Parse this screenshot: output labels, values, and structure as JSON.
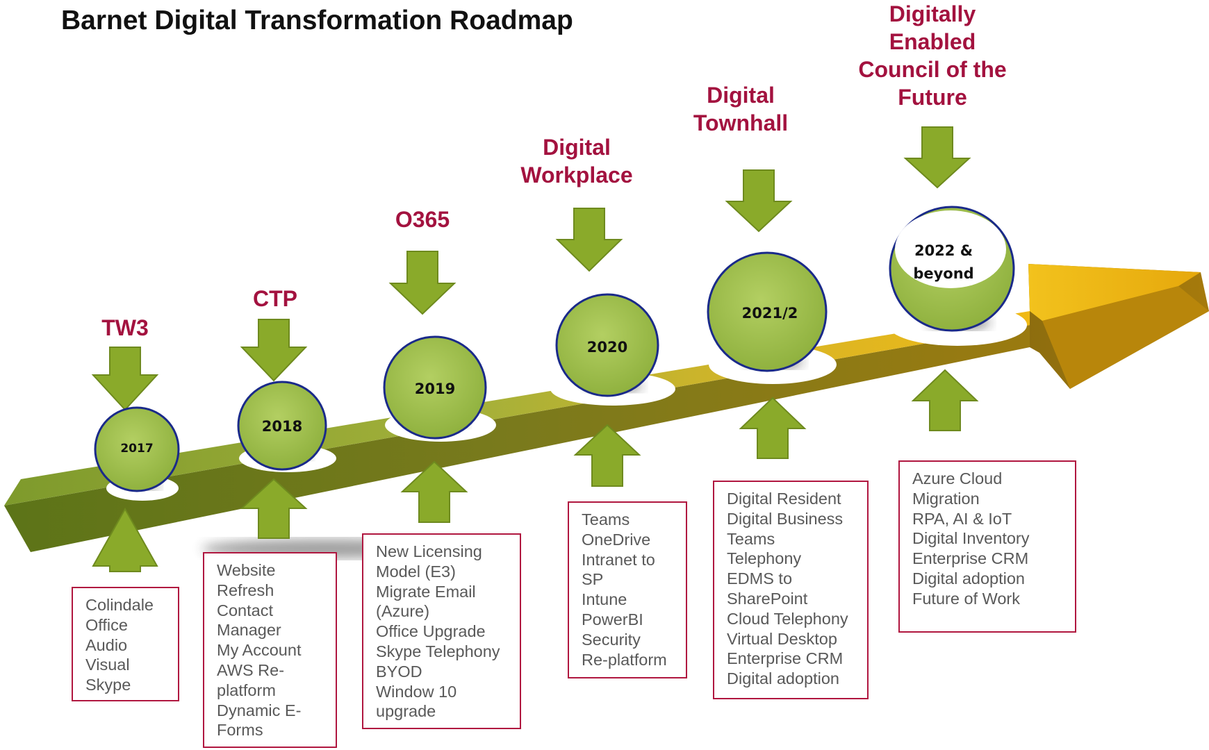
{
  "title": "Barnet Digital Transformation Roadmap",
  "colors": {
    "milestone_text": "#a3123f",
    "box_border": "#b0163f",
    "circle_fill": "#9fbf4e",
    "circle_border": "#1a2a8a",
    "arrow_green": "#8aaa2a",
    "arrow_gold": "#e8b81e",
    "box_text": "#595959"
  },
  "stages": [
    {
      "milestone": [
        "TW3"
      ],
      "year": [
        "2017"
      ],
      "items": [
        "Colindale",
        "Office",
        "Audio",
        "Visual",
        "Skype"
      ]
    },
    {
      "milestone": [
        "CTP"
      ],
      "year": [
        "2018"
      ],
      "items": [
        "Website",
        "Refresh",
        "Contact",
        "Manager",
        "My Account",
        "AWS Re-",
        "platform",
        "Dynamic E-",
        "Forms"
      ]
    },
    {
      "milestone": [
        "O365"
      ],
      "year": [
        "2019"
      ],
      "items": [
        "New Licensing",
        "Model (E3)",
        "Migrate Email",
        "(Azure)",
        "Office Upgrade",
        "Skype Telephony",
        "BYOD",
        "Window 10",
        "upgrade"
      ]
    },
    {
      "milestone": [
        "Digital",
        "Workplace"
      ],
      "year": [
        "2020"
      ],
      "items": [
        "Teams",
        "OneDrive",
        "Intranet to",
        "SP",
        "Intune",
        "PowerBI",
        "Security",
        "Re-platform"
      ]
    },
    {
      "milestone": [
        "Digital",
        "Townhall"
      ],
      "year": [
        "2021/2"
      ],
      "items": [
        "Digital Resident",
        "Digital Business",
        "Teams",
        "Telephony",
        "EDMS to",
        "SharePoint",
        "Cloud Telephony",
        "Virtual Desktop",
        "Enterprise CRM",
        "Digital adoption"
      ]
    },
    {
      "milestone": [
        "Digitally",
        "Enabled",
        "Council of the",
        "Future"
      ],
      "year": [
        "2022 &",
        "beyond"
      ],
      "items": [
        "Azure Cloud",
        "Migration",
        "RPA, AI & IoT",
        "Digital Inventory",
        "Enterprise CRM",
        "Digital adoption",
        "Future of Work"
      ]
    }
  ]
}
